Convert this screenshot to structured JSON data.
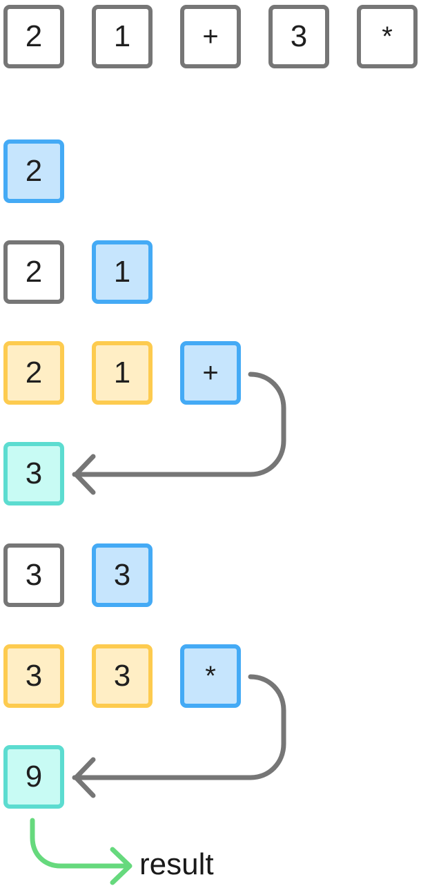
{
  "expression": {
    "tokens": [
      "2",
      "1",
      "+",
      "3",
      "*"
    ]
  },
  "steps": [
    {
      "tiles": [
        {
          "value": "2",
          "state": "current"
        }
      ]
    },
    {
      "tiles": [
        {
          "value": "2",
          "state": "neutral"
        },
        {
          "value": "1",
          "state": "current"
        }
      ]
    },
    {
      "tiles": [
        {
          "value": "2",
          "state": "operand"
        },
        {
          "value": "1",
          "state": "operand"
        },
        {
          "value": "+",
          "state": "current"
        }
      ]
    },
    {
      "tiles": [
        {
          "value": "3",
          "state": "result"
        }
      ]
    },
    {
      "tiles": [
        {
          "value": "3",
          "state": "neutral"
        },
        {
          "value": "3",
          "state": "current"
        }
      ]
    },
    {
      "tiles": [
        {
          "value": "3",
          "state": "operand"
        },
        {
          "value": "3",
          "state": "operand"
        },
        {
          "value": "*",
          "state": "current"
        }
      ]
    },
    {
      "tiles": [
        {
          "value": "9",
          "state": "result"
        }
      ]
    }
  ],
  "final_label": "result",
  "colors": {
    "neutral_border": "#767676",
    "current_border": "#44aaf5",
    "current_fill": "#c6e5fd",
    "operand_border": "#fdcb4f",
    "operand_fill": "#ffeec5",
    "result_border": "#5cdcd0",
    "result_fill": "#c8fbf4",
    "arrow": "#767676",
    "result_arrow": "#66d97d"
  }
}
